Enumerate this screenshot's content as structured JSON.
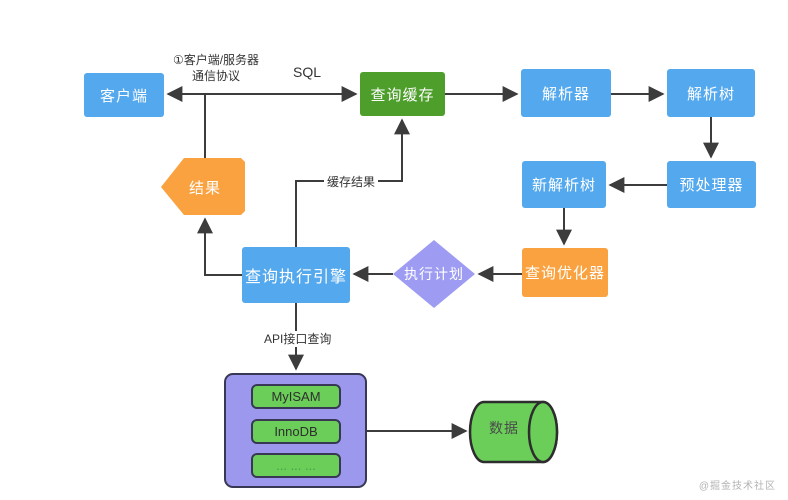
{
  "diagram": {
    "nodes": {
      "client": "客户端",
      "query_cache": "查询缓存",
      "parser": "解析器",
      "parse_tree": "解析树",
      "new_parse_tree": "新解析树",
      "preprocessor": "预处理器",
      "query_optimizer": "查询优化器",
      "execution_plan": "执行计划",
      "query_execution_engine": "查询执行引擎",
      "result": "结果",
      "data_store": "数据"
    },
    "storage_engines": {
      "items": [
        "MyISAM",
        "InnoDB",
        "... ... ..."
      ]
    },
    "edge_labels": {
      "protocol_line1": "①客户端/服务器",
      "protocol_line2": "通信协议",
      "sql": "SQL",
      "cached_result": "缓存结果",
      "api_query": "API接口查询"
    },
    "watermark": "@掘金技术社区",
    "colors": {
      "blue": "#54a8ee",
      "green": "#4d9e2b",
      "orange": "#f9a23f",
      "diamond_purple": "#9d9cf2",
      "container_purple": "#9c98ee",
      "engine_green": "#6ace59",
      "line": "#3c3c3c"
    }
  }
}
